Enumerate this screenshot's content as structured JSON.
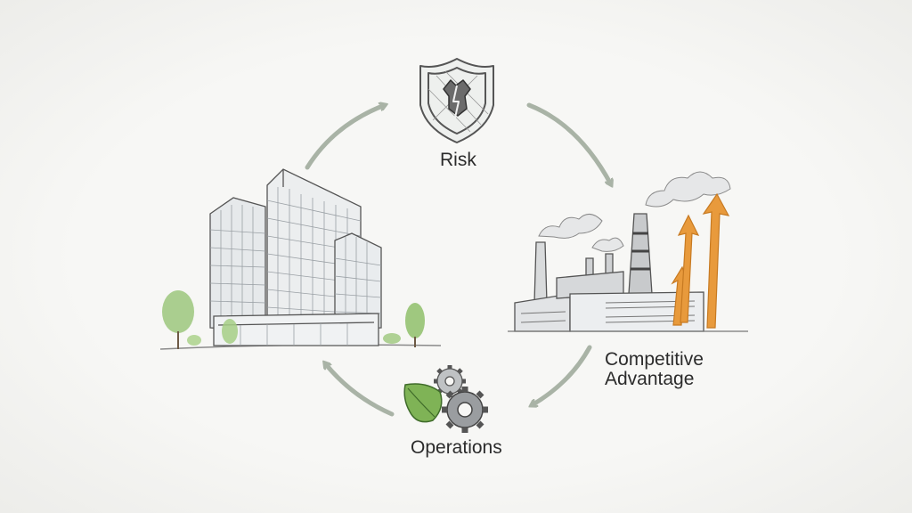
{
  "labels": {
    "risk": "Risk",
    "operations": "Operations",
    "competitive_advantage_line1": "Competitive",
    "competitive_advantage_line2": "Advantage"
  },
  "icons": {
    "top": "shield-icon",
    "left": "office-building-icon",
    "right": "factory-with-rising-arrows-icon",
    "bottom": "leaf-and-gears-icon"
  },
  "colors": {
    "background": "#f7f7f5",
    "sketch_line": "#555555",
    "cycle_arrow": "#a9b3a6",
    "growth_arrow": "#e89a3c",
    "foliage": "#8fbf6a"
  }
}
